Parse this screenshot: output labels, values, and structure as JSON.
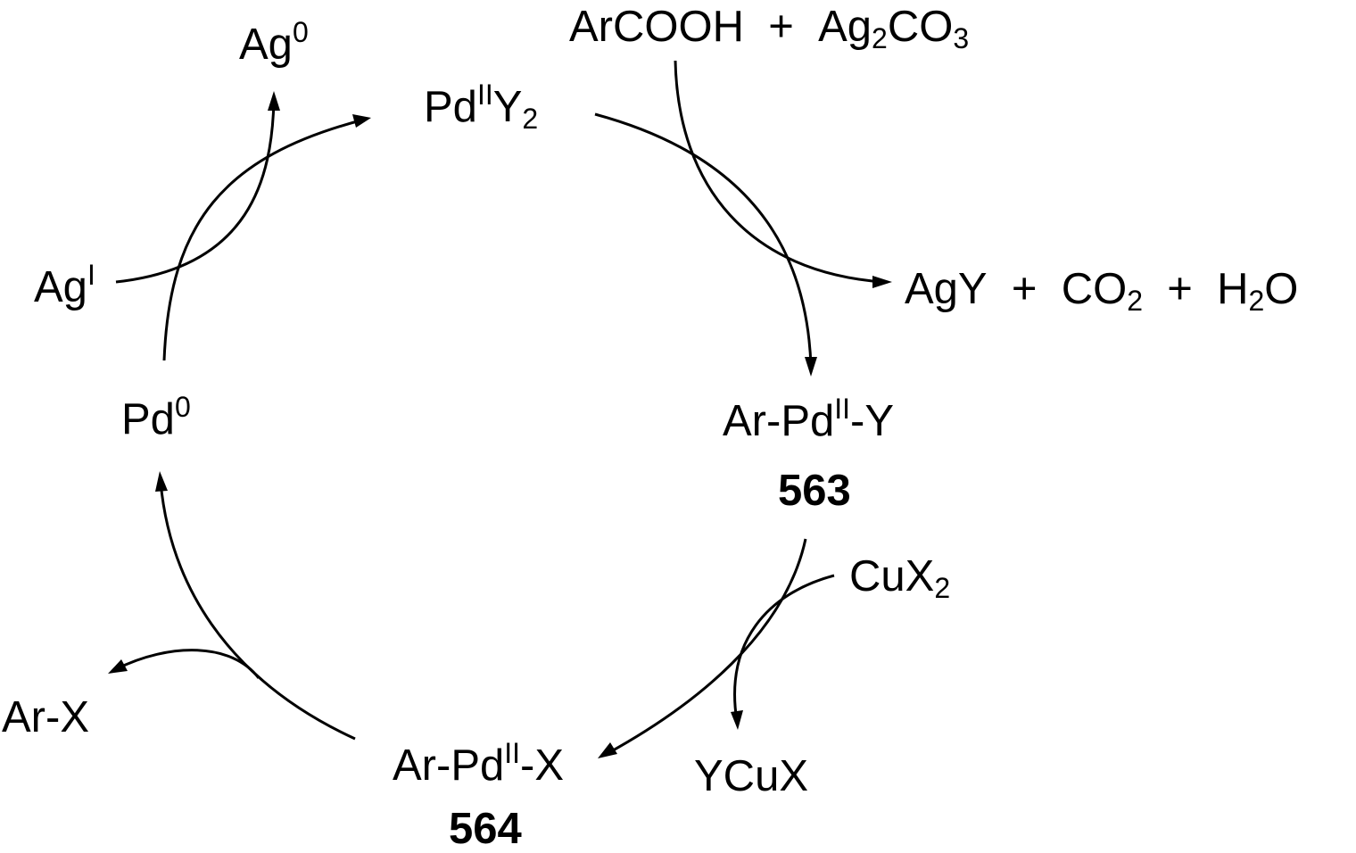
{
  "species": {
    "pd2y2": {
      "main": "Pd",
      "sup": "II",
      "after": "Y",
      "sub": "2"
    },
    "ag0": {
      "main": "Ag",
      "sup": "0"
    },
    "agI": {
      "main": "Ag",
      "sup": "I"
    },
    "pd0": {
      "main": "Pd",
      "sup": "0"
    },
    "arPdY": {
      "pre": "Ar-Pd",
      "sup": "II",
      "post": "-Y"
    },
    "arPdX": {
      "pre": "Ar-Pd",
      "sup": "II",
      "post": "-X"
    },
    "arX": {
      "text": "Ar-X"
    },
    "cux2": {
      "main": "CuX",
      "sub": "2"
    },
    "ycux": {
      "text": "YCuX"
    }
  },
  "compounds": {
    "c563": "563",
    "c564": "564"
  },
  "reagents": {
    "arcooh": "ArCOOH",
    "plus1": "+",
    "ag2co3": {
      "a": "Ag",
      "sub1": "2",
      "b": "CO",
      "sub2": "3"
    }
  },
  "byproducts": {
    "agy": "AgY",
    "plus1": "+",
    "co2": {
      "main": "CO",
      "sub": "2"
    },
    "plus2": "+",
    "h2o": {
      "a": "H",
      "sub": "2",
      "b": "O"
    }
  }
}
